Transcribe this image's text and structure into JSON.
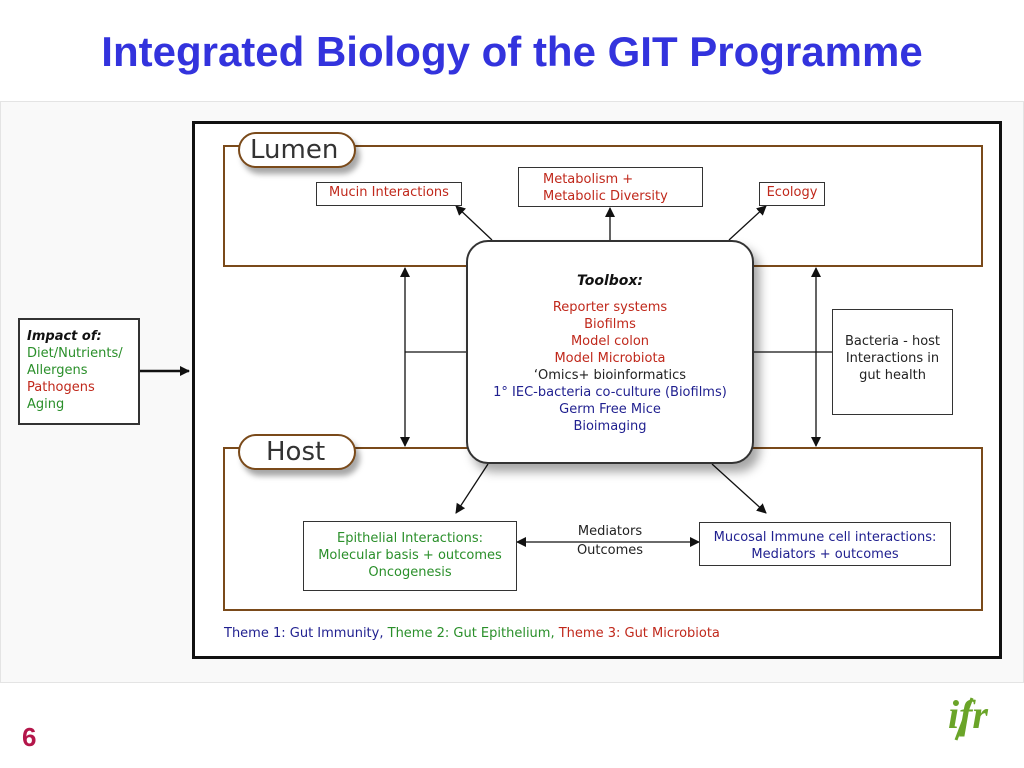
{
  "title": "Integrated Biology of the GIT Programme",
  "page_number": "6",
  "regions": {
    "lumen": "Lumen",
    "host": "Host"
  },
  "lumen_boxes": {
    "mucin": "Mucin Interactions",
    "metabolism_line1": "Metabolism +",
    "metabolism_line2": "Metabolic Diversity",
    "ecology": "Ecology"
  },
  "toolbox": {
    "title": "Toolbox:",
    "items": [
      {
        "text": "Reporter systems",
        "color": "#c0281b"
      },
      {
        "text": "Biofilms",
        "color": "#c0281b"
      },
      {
        "text": "Model colon",
        "color": "#c0281b"
      },
      {
        "text": "Model Microbiota",
        "color": "#c0281b"
      },
      {
        "text": "‘Omics+ bioinformatics",
        "color": "#222222"
      },
      {
        "text": "1° IEC-bacteria co-culture (Biofilms)",
        "color": "#1f1f8f"
      },
      {
        "text": "Germ Free Mice",
        "color": "#1f1f8f"
      },
      {
        "text": "Bioimaging",
        "color": "#1f1f8f"
      }
    ]
  },
  "bacteria_host": {
    "line1": "Bacteria - host",
    "line2": "Interactions in",
    "line3": "gut health"
  },
  "impact": {
    "heading": "Impact of:",
    "items": [
      {
        "text": "Diet/Nutrients/",
        "color": "#2a8f2a"
      },
      {
        "text": "Allergens",
        "color": "#2a8f2a"
      },
      {
        "text": "Pathogens",
        "color": "#c0281b"
      },
      {
        "text": "Aging",
        "color": "#2a8f2a"
      }
    ]
  },
  "host_boxes": {
    "epithelial_line1": "Epithelial Interactions:",
    "epithelial_line2": "Molecular basis + outcomes",
    "epithelial_line3": "Oncogenesis",
    "mucosal_line1": "Mucosal Immune cell interactions:",
    "mucosal_line2": "Mediators + outcomes",
    "mediators": "Mediators",
    "outcomes": "Outcomes"
  },
  "legend": {
    "theme1": "Theme 1: Gut Immunity,",
    "theme2": "Theme 2: Gut Epithelium,",
    "theme3": "Theme 3: Gut Microbiota"
  },
  "logo_text": "ifr",
  "colors": {
    "title": "#3333dd",
    "region_border": "#7a4a1a",
    "red": "#c0281b",
    "green": "#2a8f2a",
    "blue": "#1f1f8f",
    "page_number": "#b4164a",
    "logo": "#6aa428"
  }
}
